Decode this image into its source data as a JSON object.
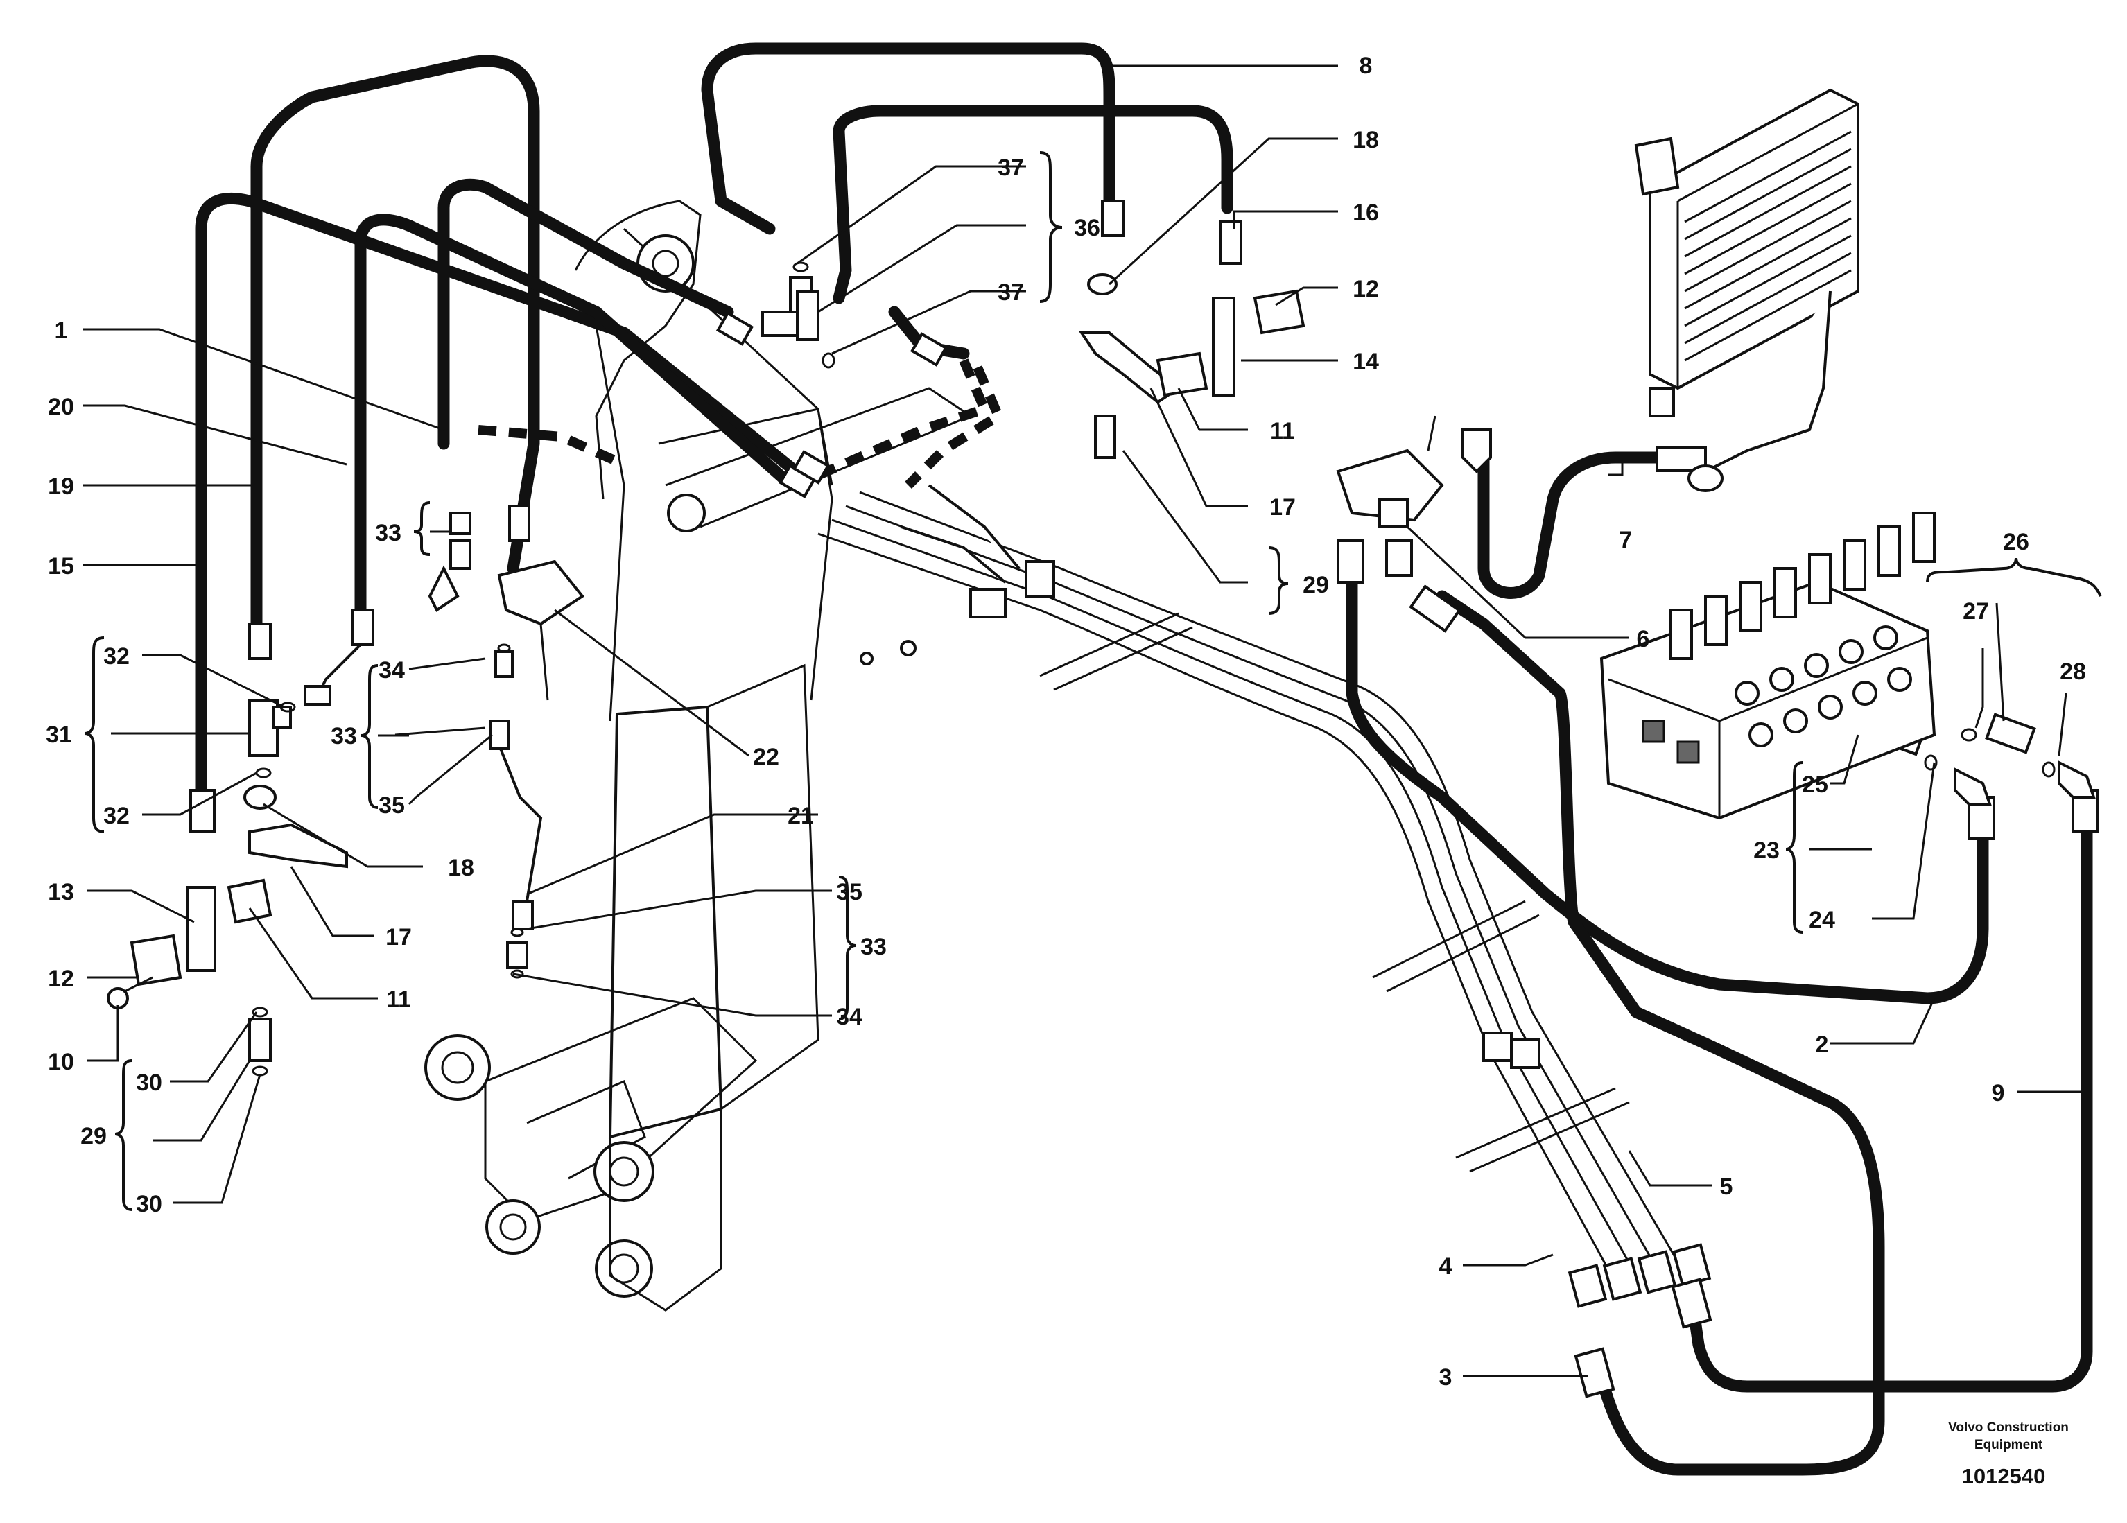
{
  "diagram": {
    "callouts": [
      "1",
      "2",
      "3",
      "4",
      "5",
      "6",
      "7",
      "8",
      "9",
      "10",
      "11",
      "11",
      "12",
      "12",
      "13",
      "14",
      "15",
      "16",
      "17",
      "17",
      "18",
      "18",
      "19",
      "20",
      "21",
      "22",
      "23",
      "24",
      "25",
      "26",
      "27",
      "28",
      "29",
      "29",
      "30",
      "30",
      "31",
      "32",
      "32",
      "33",
      "33",
      "33",
      "34",
      "34",
      "35",
      "35",
      "36",
      "37",
      "37"
    ],
    "footer": {
      "company_line1": "Volvo Construction",
      "company_line2": "Equipment",
      "drawing_number": "1012540"
    }
  }
}
